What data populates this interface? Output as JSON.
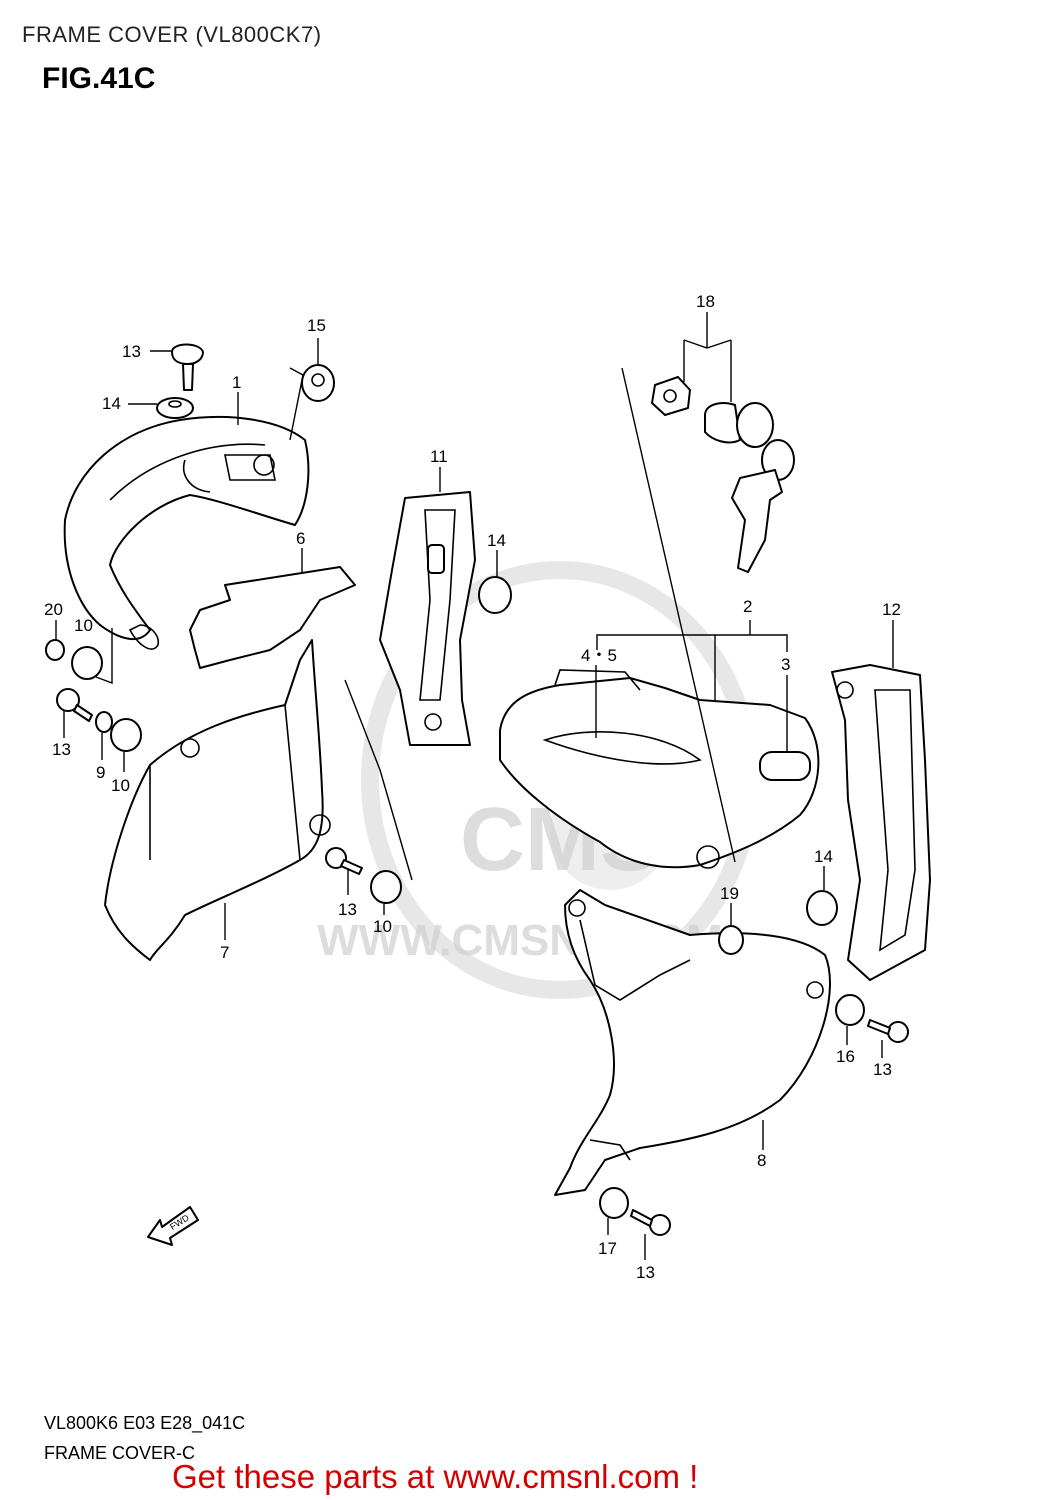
{
  "header": {
    "title": "FRAME COVER (VL800CK7)",
    "figure": "FIG.41C"
  },
  "callouts": [
    "1",
    "2",
    "3",
    "4・5",
    "6",
    "7",
    "8",
    "9",
    "10",
    "11",
    "12",
    "13",
    "14",
    "15",
    "16",
    "17",
    "18",
    "19",
    "20"
  ],
  "watermark": {
    "text": "WWW.CMSNL.COM",
    "logo": "CMS"
  },
  "fwd_arrow": "FWD",
  "footer": {
    "diagram_code": "VL800K6 E03 E28_041C",
    "diagram_name": "FRAME COVER-C",
    "promo": "Get these parts at www.cmsnl.com !"
  }
}
